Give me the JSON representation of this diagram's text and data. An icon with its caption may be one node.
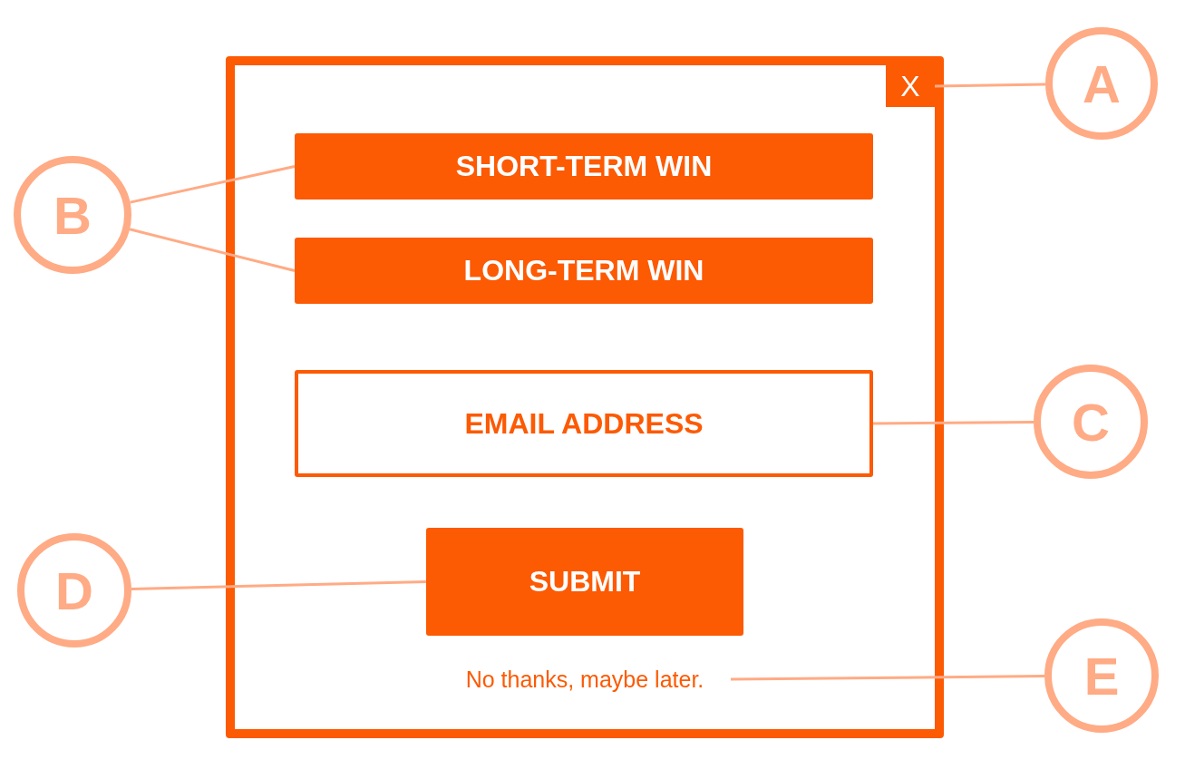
{
  "diagram": {
    "nodes": [
      {
        "text": [],
        "shape": "box"
      },
      {
        "text": [
          "X"
        ],
        "in": 0
      },
      {
        "text": [
          "SHORT-TERM WIN"
        ],
        "in": 0
      },
      {
        "text": [
          "LONG-TERM WIN"
        ],
        "in": 0
      },
      {
        "text": [
          "EMAIL ADDRESS"
        ],
        "in": 0
      },
      {
        "text": [
          "SUBMIT"
        ],
        "in": 0
      },
      {
        "text": [
          "No thanks, maybe later."
        ],
        "in": 0
      },
      {
        "text": [
          "A"
        ]
      },
      {
        "text": [
          "B"
        ]
      },
      {
        "text": [
          "C"
        ]
      },
      {
        "text": [
          "D"
        ]
      },
      {
        "text": [
          "E"
        ]
      }
    ],
    "edges": [
      {
        "from": 7,
        "to": 1,
        "arrow": "none"
      },
      {
        "from": 8,
        "to": 2,
        "arrow": "none"
      },
      {
        "from": 8,
        "to": 3,
        "arrow": "none"
      },
      {
        "from": 9,
        "to": 4,
        "arrow": "none"
      },
      {
        "from": 10,
        "to": 5,
        "arrow": "none"
      },
      {
        "from": 11,
        "to": 6,
        "arrow": "none"
      }
    ]
  }
}
